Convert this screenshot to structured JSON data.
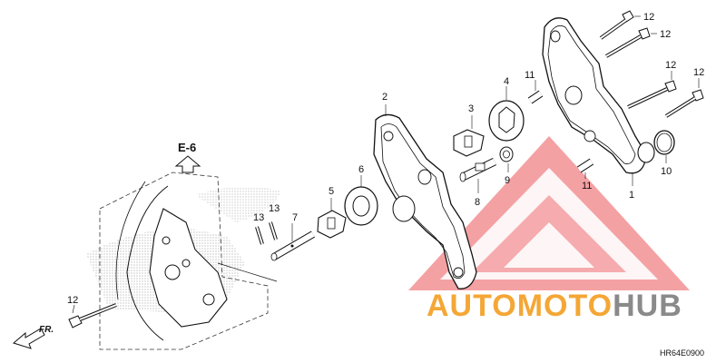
{
  "reference": {
    "label": "E-6"
  },
  "direction": {
    "label": "FR."
  },
  "diagram_code": "HR64E0900",
  "watermark": {
    "part1": "AUTO",
    "part2": "MOTO",
    "part3": "HUB",
    "color_orange": "#f4a736",
    "color_gray": "#8a8a8a",
    "color_red": "#e8343a"
  },
  "callouts": {
    "c1": "1",
    "c2": "2",
    "c3": "3",
    "c4": "4",
    "c5": "5",
    "c6": "6",
    "c7": "7",
    "c8": "8",
    "c9": "9",
    "c10": "10",
    "c11a": "11",
    "c11b": "11",
    "c12a": "12",
    "c12b": "12",
    "c12c": "12",
    "c12d": "12",
    "c12e": "12",
    "c13a": "13",
    "c13b": "13"
  }
}
